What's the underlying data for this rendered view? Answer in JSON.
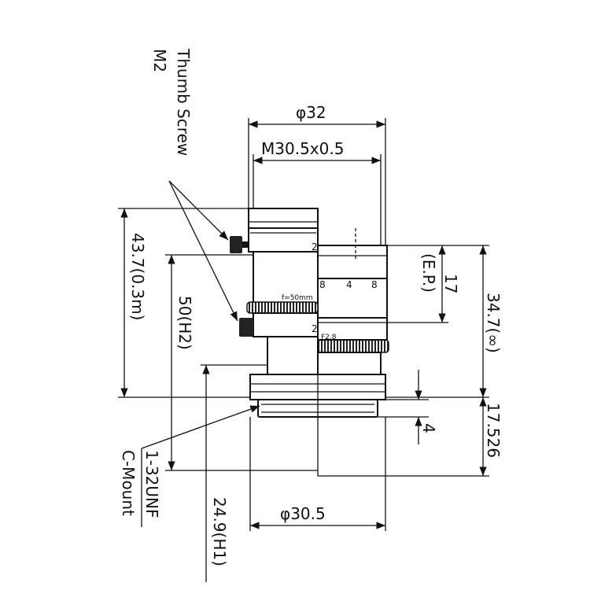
{
  "diameter_top": "φ32",
  "filter_thread": "M30.5x0.5",
  "diameter_bottom": "φ30.5",
  "thumb_screw_label": "Thumb Screw",
  "thumb_screw_size": "M2",
  "dim_overall_close": "43.7(0.3m)",
  "dim_overall_far": "34.7(∞)",
  "dim_h2": "50(H2)",
  "dim_h1": "24.9(H1)",
  "dim_ep": "17",
  "ep_label": "(E.P.)",
  "dim_flange": "17.526",
  "dim_thread_len": "4",
  "mount_thread": "1-32UNF",
  "mount_type": "C-Mount",
  "focal_length_label": "f=50mm",
  "aperture_label": "F2.8",
  "distance_scale": [
    "8",
    "4",
    "8"
  ],
  "iris_scale_mark": "2",
  "iris_scale_mark2": "2"
}
